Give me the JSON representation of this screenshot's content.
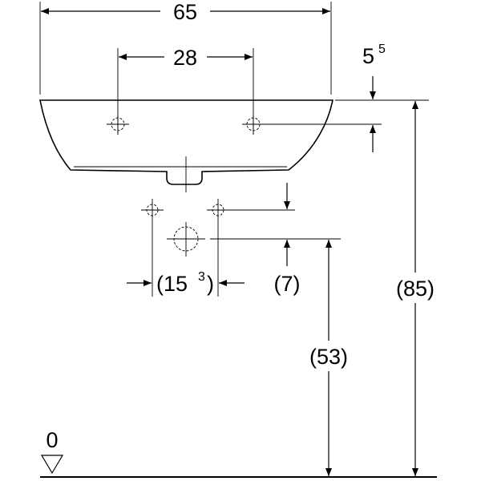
{
  "dimensions": {
    "width_total": "65",
    "tap_spacing": "28",
    "rim_offset_main": "5",
    "rim_offset_sup": "5",
    "trap_spacing_main": "(15",
    "trap_spacing_sup": "3",
    "trap_spacing_close": ")",
    "trap_offset": "(7)",
    "drain_height": "(53)",
    "rim_height": "(85)",
    "floor_level": "0"
  }
}
